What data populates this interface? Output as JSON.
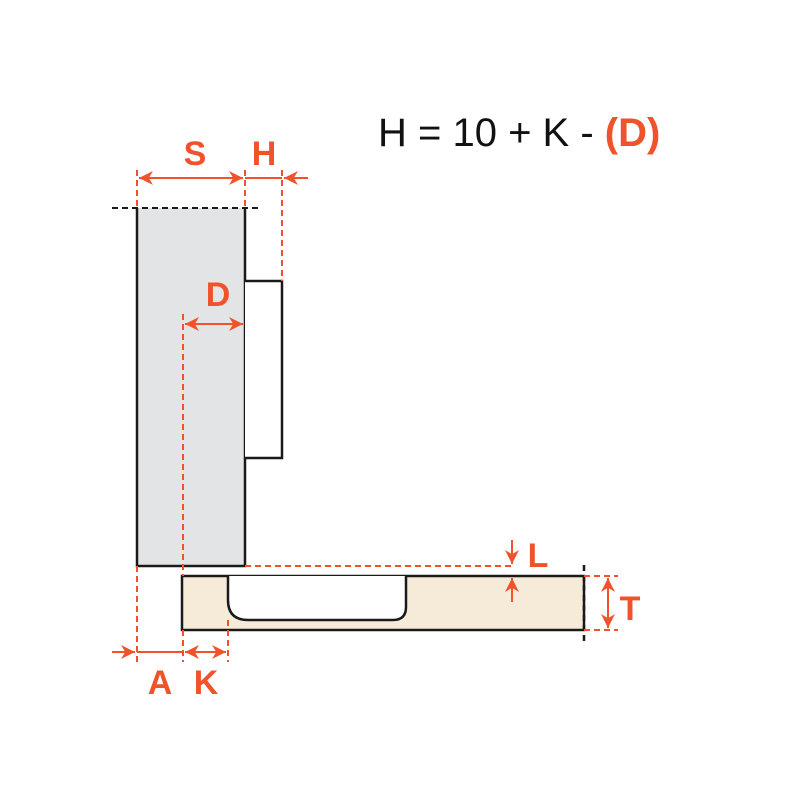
{
  "formula": {
    "main": "H = 10 + K - ",
    "highlight": "(D)"
  },
  "labels": {
    "S": "S",
    "H": "H",
    "D": "D",
    "A": "A",
    "K": "K",
    "L": "L",
    "T": "T"
  },
  "colors": {
    "accent": "#f0532b",
    "door": "#e3e4e5",
    "panel": "#f6ebd8",
    "outline": "#1a1a1a"
  }
}
